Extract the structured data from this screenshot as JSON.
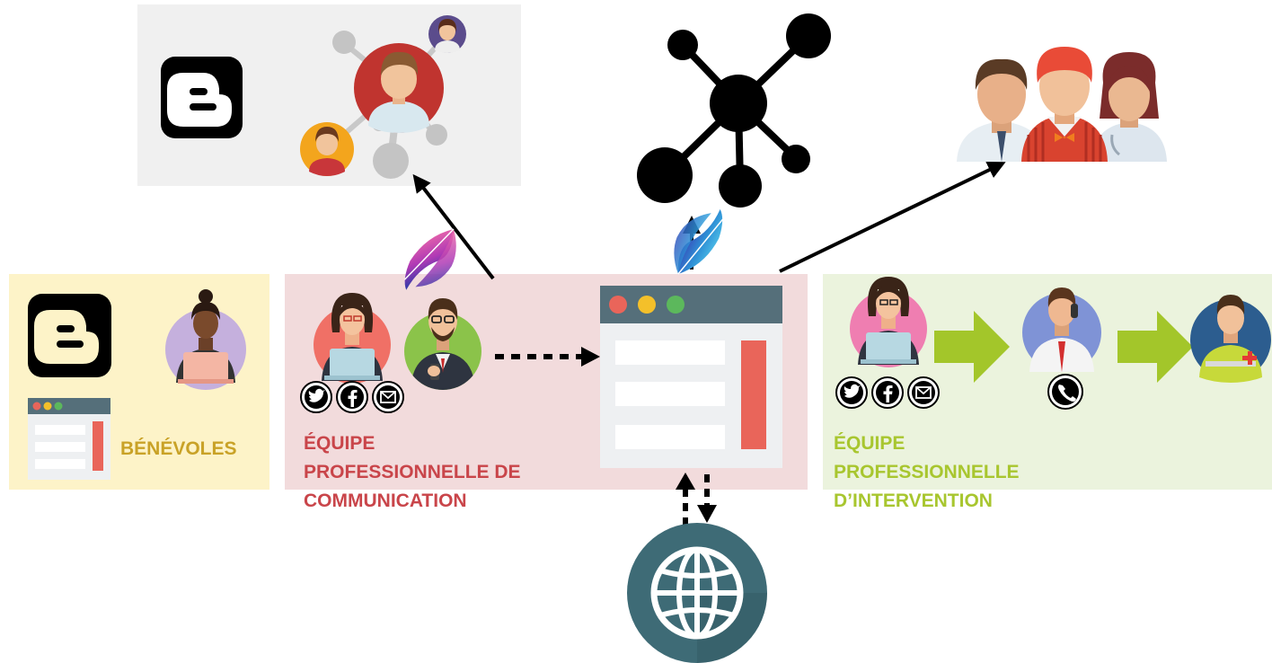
{
  "colors": {
    "volunteers_panel": "#fdf3c8",
    "communication_panel": "#f2dbdc",
    "intervention_panel": "#ebf3dd",
    "blog_card": "#f0f0f0",
    "volunteers_text": "#c9a227",
    "communication_text": "#c9454a",
    "intervention_text": "#a8c62f",
    "green_arrow": "#a3c62a",
    "globe": "#3e6b76",
    "window_bar": "#556f7a"
  },
  "labels": {
    "volunteers": "BÉNÉVOLES",
    "communication": [
      "ÉQUIPE",
      "PROFESSIONNELLE DE",
      "COMMUNICATION"
    ],
    "intervention": [
      "ÉQUIPE",
      "PROFESSIONNELLE",
      "D’INTERVENTION"
    ]
  },
  "icons": {
    "blogger": "blogger-icon",
    "social_network": "social-network-icon",
    "network_hub": "network-hub-icon",
    "people_group": "people-group-icon",
    "feather": "feather-icon",
    "twitter": "twitter-icon",
    "facebook": "facebook-icon",
    "email": "email-icon",
    "phone": "phone-icon",
    "globe": "globe-icon",
    "web_window": "web-window-icon",
    "volunteer_laptop": "volunteer-laptop-avatar",
    "communicator_laptop": "communicator-laptop-avatar",
    "manager": "manager-avatar",
    "operator": "operator-avatar",
    "dispatcher": "dispatcher-phone-avatar",
    "rescuer": "rescuer-avatar"
  }
}
